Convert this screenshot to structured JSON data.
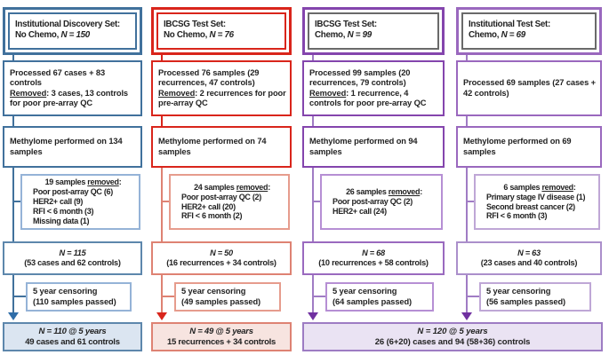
{
  "palette": {
    "discovery_blue": "#41719c",
    "discovery_blue_light": "#95b3d7",
    "discovery_fill": "#dbe5f1",
    "test_red": "#d9251b",
    "test_red_light": "#de8273",
    "test_red_fill": "#f7e4e0",
    "chemo_purple": "#7030a0",
    "chemo_purple_light": "#b68fd4",
    "chemo_fill": "#eae3f3",
    "header_inner_gray": "#6a6a6a"
  },
  "columns": [
    {
      "key": "institutional-discovery-no-chemo",
      "header_line1": "Institutional Discovery Set:",
      "header_line2_prefix": "No Chemo, ",
      "header_n": "N = 150",
      "processed_line": "Processed 67 cases + 83 controls",
      "removed_word": "Removed",
      "removed_rest": ": 3 cases, 13 controls for poor pre-array QC",
      "methylome": "Methylome performed on 134 samples",
      "qc_prefix": "19 samples ",
      "qc_underline": "removed",
      "qc_suffix": ":",
      "qc_items": [
        "Poor post-array QC (6)",
        "HER2+ call (9)",
        "RFI < 6 month (3)",
        "Missing data (1)"
      ],
      "n_line": "N = 115",
      "n_detail": "(53 cases and 62 controls)",
      "censoring_line1": "5 year censoring",
      "censoring_line2": "(110 samples passed)",
      "final_line1": "N = 110 @ 5 years",
      "final_line2": "49 cases and 61 controls"
    },
    {
      "key": "ibcsg-test-no-chemo",
      "header_line1": "IBCSG Test Set:",
      "header_line2_prefix": "No Chemo, ",
      "header_n": "N = 76",
      "processed_line": "Processed 76 samples (29 recurrences, 47 controls)",
      "removed_word": "Removed",
      "removed_rest": ": 2 recurrences for poor pre-array QC",
      "methylome": "Methylome performed on 74 samples",
      "qc_prefix": "24 samples ",
      "qc_underline": "removed",
      "qc_suffix": ":",
      "qc_items": [
        "Poor post-array QC (2)",
        "HER2+ call (20)",
        "RFI < 6 month (2)"
      ],
      "n_line": "N = 50",
      "n_detail": "(16 recurrences + 34 controls)",
      "censoring_line1": "5 year censoring",
      "censoring_line2": "(49 samples passed)",
      "final_line1": "N = 49 @ 5 years",
      "final_line2": "15 recurrences + 34 controls"
    },
    {
      "key": "ibcsg-test-chemo",
      "header_line1": "IBCSG Test Set:",
      "header_line2_prefix": "Chemo, ",
      "header_n": "N = 99",
      "processed_line": "Processed 99 samples (20 recurrences, 79 controls)",
      "removed_word": "Removed",
      "removed_rest": ": 1 recurrence, 4 controls for poor pre-array QC",
      "methylome": "Methylome performed on 94 samples",
      "qc_prefix": "26 samples ",
      "qc_underline": "removed",
      "qc_suffix": ":",
      "qc_items": [
        "Poor post-array QC (2)",
        "HER2+ call (24)"
      ],
      "n_line": "N = 68",
      "n_detail": "(10 recurrences + 58 controls)",
      "censoring_line1": "5 year censoring",
      "censoring_line2": "(64 samples passed)"
    },
    {
      "key": "institutional-test-chemo",
      "header_line1": "Institutional Test Set:",
      "header_line2_prefix": "Chemo, ",
      "header_n": "N = 69",
      "processed_line": "Processed 69 samples (27 cases + 42 controls)",
      "methylome": "Methylome performed on 69 samples",
      "qc_prefix": "6 samples ",
      "qc_underline": "removed",
      "qc_suffix": ":",
      "qc_items": [
        "Primary stage IV disease (1)",
        "Second breast cancer (2)",
        "RFI < 6 month (3)"
      ],
      "n_line": "N = 63",
      "n_detail": "(23 cases and 40 controls)",
      "censoring_line1": "5 year censoring",
      "censoring_line2": "(56 samples passed)"
    }
  ],
  "shared_final": {
    "line1": "N = 120 @ 5 years",
    "line2": "26 (6+20) cases and 94 (58+36) controls"
  }
}
